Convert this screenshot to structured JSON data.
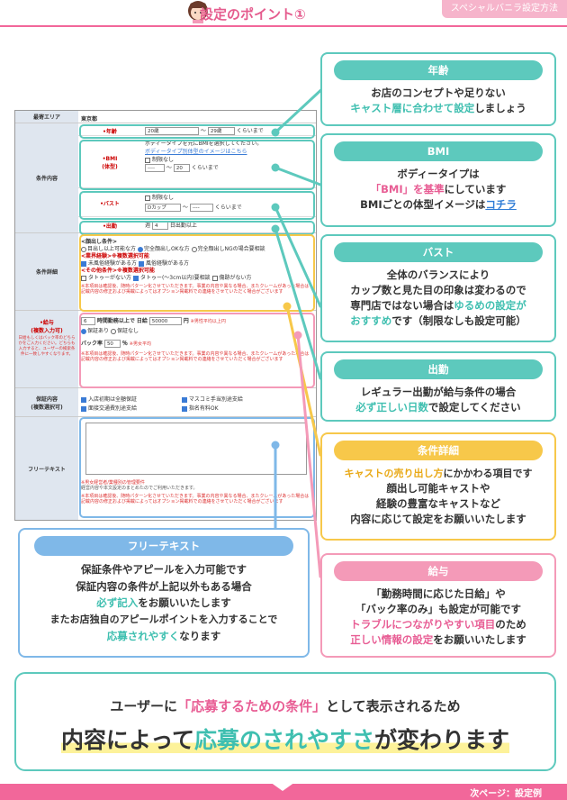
{
  "header": {
    "title": "設定のポイント①",
    "tag": "スペシャルバニラ設定方法"
  },
  "form": {
    "area_label": "最寄エリア",
    "area_value": "東京都",
    "conditions_label": "条件内容",
    "age_label": "•年齢",
    "age_from": "20歳",
    "age_sep": "～",
    "age_to": "29歳",
    "age_suffix": "くらいまで",
    "bmi_label": "•BMI\n(体型)",
    "bmi_desc": "ボディータイプを元にBMIを選択してください。",
    "bmi_link": "ボディータイプ別体型のイメージはこちら",
    "bmi_none": "制限なし",
    "bmi_from": "----",
    "bmi_to": "20",
    "bmi_suffix": "くらいまで",
    "bust_label": "•バスト",
    "bust_none": "制限なし",
    "bust_from": "Dカップ",
    "bust_to": "----",
    "bust_suffix": "くらいまで",
    "attend_label": "•出勤",
    "attend_prefix": "週",
    "attend_value": "4",
    "attend_suffix": "日出勤以上",
    "detail_label": "条件詳細",
    "face_head": "<顔出し条件>",
    "face_opts": [
      "目出し以上可能な方",
      "完全顔出しOKな方",
      "完全顔出しNGの場合要相談"
    ],
    "exp_head": "<業界経験>※複数選択可能",
    "exp_opts": [
      "未風俗経験がある方",
      "風俗経験がある方"
    ],
    "other_head": "<その他条件>※複数選択可能",
    "other_opts": [
      "タトゥーがない方",
      "タトゥー(～3cm以内)要相談",
      "傷跡がない方"
    ],
    "detail_note": "※本項目は確認後、随時パターン化させていただきます。事業の内容や異なる場合、またクレームがあった場合は 記載内容の修正および掲載によってはオプション掲載料での連絡をさせていただく場合がございます",
    "salary_label": "•給与\n(複数入力可)",
    "salary_sub": "日給もしくはバック率のどちらかをご入力ください。どちらも入力すると、ユーザーの検索条件に一致しやすくなります。",
    "salary_hours": "6",
    "salary_hours_suffix": "時間勤務以上で",
    "salary_day_prefix": "日給",
    "salary_day_value": "50000",
    "salary_day_unit": "円",
    "salary_day_note": "※男性平均以上円",
    "salary_guarantee": "保証あり",
    "salary_noguarantee": "保証なし",
    "back_label": "バック率",
    "back_value": "50",
    "back_unit": "％",
    "back_note": "※男女平均",
    "salary_note": "※本項目は確認後、随時パターン化させていただきます。事業の内容や異なる場合、またクレームがあった場合は 記載内容の修正および掲載によってはオプション掲載料での連絡をさせていただく場合がございます",
    "guarantee_label": "保証内容\n(複数選択可)",
    "guarantee_opts": [
      "入店初期は全額保証",
      "マスコミ手当別途支給",
      "面接交通費別途支給",
      "指名有料OK"
    ],
    "free_label": "フリーテキスト",
    "free_note1": "※男女経営者/業種別の管理要件",
    "free_note2": "経営内容や本文設定のまとめたのでご利用いただきます。",
    "free_note3": "※本項目は確認後、随時パターン化させていただきます。事業の内容や異なる場合、またクレームがあった場合は 記載内容の修正および掲載によってはオプション掲載料での連絡をさせていただく場合がございます"
  },
  "cards": {
    "age": {
      "title": "年齢",
      "l1": "お店のコンセプトや足りない",
      "l2a": "キャスト層に合わせて設定",
      "l2b": "しましょう"
    },
    "bmi": {
      "title": "BMI",
      "l1": "ボディータイプは",
      "l2a": "「BMI」を基準",
      "l2b": "にしています",
      "l3a": "BMIごとの体型イメージは",
      "l3b": "コチラ"
    },
    "bust": {
      "title": "バスト",
      "l1": "全体のバランスにより",
      "l2": "カップ数と見た目の印象は変わるので",
      "l3a": "専門店ではない場合は",
      "l3b": "ゆるめの設定が",
      "l4a": "おすすめ",
      "l4b": "です（制限なしも設定可能）"
    },
    "attend": {
      "title": "出勤",
      "l1": "レギュラー出勤が給与条件の場合",
      "l2a": "必ず正しい日数",
      "l2b": "で設定してください"
    },
    "detail": {
      "title": "条件詳細",
      "l1a": "キャストの売り出し方",
      "l1b": "にかかわる項目です",
      "l2": "顔出し可能キャストや",
      "l3": "経験の豊富なキャストなど",
      "l4": "内容に応じて設定をお願いいたします"
    },
    "salary": {
      "title": "給与",
      "l1": "「勤務時間に応じた日給」や",
      "l2": "「バック率のみ」も設定が可能です",
      "l3a": "トラブルにつながりやすい項目",
      "l3b": "のため",
      "l4a": "正しい情報の設定",
      "l4b": "をお願いいたします"
    },
    "free": {
      "title": "フリーテキスト",
      "l1": "保証条件やアピールを入力可能です",
      "l2": "保証内容の条件が上記以外もある場合",
      "l3a": "必ず記入",
      "l3b": "をお願いいたします",
      "l4": "またお店独自のアピールポイントを入力することで",
      "l5a": "応募されやすく",
      "l5b": "なります"
    }
  },
  "bottom": {
    "l1a": "ユーザーに",
    "l1b": "「応募するための条件」",
    "l1c": "として表示されるため",
    "l2a": "内容によって",
    "l2b": "応募のされやすさ",
    "l2c": "が変わります"
  },
  "footer": {
    "next": "次ページ：設定例"
  },
  "colors": {
    "teal": "#5dc9bd",
    "pink": "#f2679a",
    "yellow": "#f7c84a",
    "blue": "#7fb8e8"
  }
}
